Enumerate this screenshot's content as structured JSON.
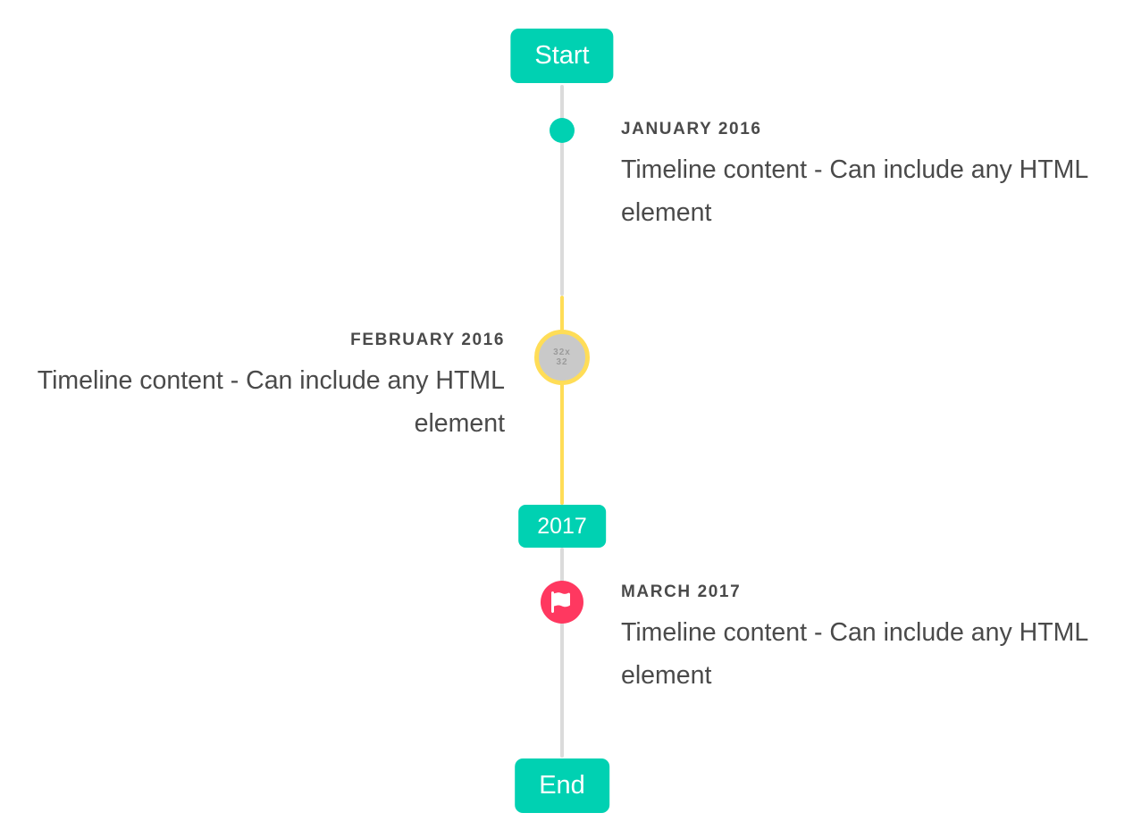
{
  "timeline": {
    "headers": {
      "start": "Start",
      "middle": "2017",
      "end": "End"
    },
    "items": [
      {
        "side": "right",
        "marker": "dot",
        "heading": "JANUARY 2016",
        "content": "Timeline content - Can include any HTML element"
      },
      {
        "side": "left",
        "marker": "image",
        "image_placeholder": "32x32",
        "heading": "FEBRUARY 2016",
        "content": "Timeline content - Can include any HTML element"
      },
      {
        "side": "right",
        "marker": "flag",
        "heading": "MARCH 2017",
        "content": "Timeline content - Can include any HTML element"
      }
    ],
    "colors": {
      "primary": "#00d1b2",
      "warning": "#ffdd57",
      "danger": "#ff3860",
      "line": "#dbdbdb",
      "text": "#4a4a4a"
    }
  }
}
